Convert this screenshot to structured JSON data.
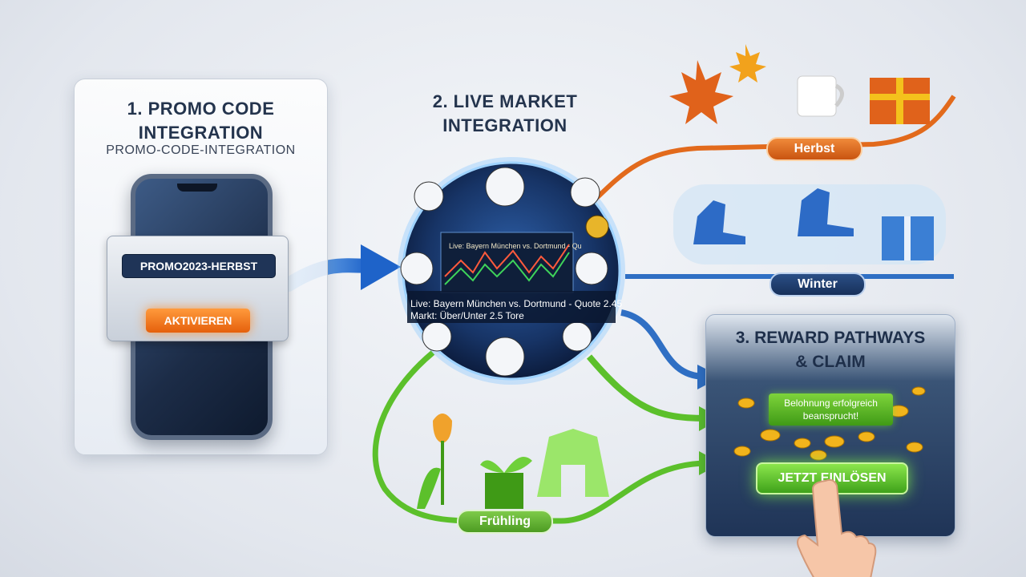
{
  "panel1": {
    "title_line1": "1. PROMO CODE",
    "title_line2": "INTEGRATION",
    "subtitle": "PROMO-CODE-INTEGRATION",
    "promo_code": "PROMO2023-HERBST",
    "activate_label": "AKTIVIEREN"
  },
  "panel2": {
    "title_line1": "2. LIVE MARKET",
    "title_line2": "INTEGRATION",
    "chart_ticker": "Live: Bayern München vs. Dortmund - Quote 2.45",
    "ticker_line1": "Live: Bayern München vs. Dortmund - Quote 2.45",
    "ticker_line2": "Markt: Über/Unter 2.5 Tore"
  },
  "seasons": {
    "autumn": "Herbst",
    "winter": "Winter",
    "spring": "Frühling"
  },
  "panel3": {
    "title_line1": "3. REWARD PATHWAYS",
    "title_line2": "& CLAIM",
    "success_line1": "Belohnung erfolgreich",
    "success_line2": "beansprucht!",
    "redeem_label": "JETZT EINLÖSEN"
  },
  "colors": {
    "autumn": "#e26a1c",
    "winter": "#2f6fc4",
    "spring": "#5cc02b",
    "redeem": "#5cc02b",
    "activate": "#f07a1e"
  }
}
